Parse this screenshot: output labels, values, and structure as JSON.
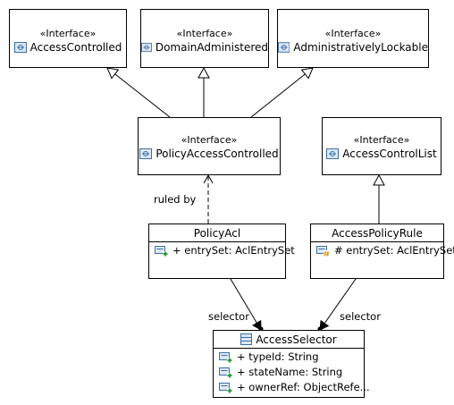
{
  "interfaces": {
    "access_controlled": {
      "stereotype": "«Interface»",
      "name": "AccessControlled"
    },
    "domain_administered": {
      "stereotype": "«Interface»",
      "name": "DomainAdministered"
    },
    "administratively_lockable": {
      "stereotype": "«Interface»",
      "name": "AdministrativelyLockable"
    },
    "policy_access_controlled": {
      "stereotype": "«Interface»",
      "name": "PolicyAccessControlled"
    },
    "access_control_list": {
      "stereotype": "«Interface»",
      "name": "AccessControlList"
    }
  },
  "classes": {
    "policy_acl": {
      "name": "PolicyAcl",
      "attributes": [
        {
          "visibility": "+",
          "text": "+ entrySet: AclEntrySet"
        }
      ]
    },
    "access_policy_rule": {
      "name": "AccessPolicyRule",
      "attributes": [
        {
          "visibility": "#",
          "text": "# entrySet: AclEntrySet"
        }
      ]
    },
    "access_selector": {
      "name": "AccessSelector",
      "attributes": [
        {
          "visibility": "+",
          "text": "+ typeId: String"
        },
        {
          "visibility": "+",
          "text": "+ stateName: String"
        },
        {
          "visibility": "+",
          "text": "+ ownerRef: ObjectRefe..."
        }
      ]
    }
  },
  "relationships": {
    "ruled_by_label": "ruled by",
    "selector_label_left": "selector",
    "selector_label_right": "selector"
  },
  "colors": {
    "line": "#000000",
    "icon_blue": "#3a6ea5",
    "public_green": "#2e9e3e",
    "protected_orange": "#d9a020"
  }
}
